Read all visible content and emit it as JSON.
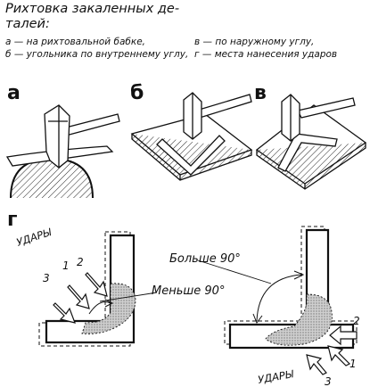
{
  "title": "Рихтовка закаленных де­талей:",
  "caption": {
    "a": "а — на рихтовальной бабке,",
    "b": "б — угольника по внутрен­нему углу,",
    "v": "в — по наружному углу,",
    "g": "г — места нанесения уда­ров"
  },
  "panels": {
    "a": "а",
    "b": "б",
    "v": "в",
    "g": "г"
  },
  "labels": {
    "strikes_left": "УДАРЫ",
    "strikes_right": "УДАРЫ",
    "more_90": "Больше 90°",
    "less_90": "Меньше 90°",
    "n1_left": "1",
    "n2_left": "2",
    "n3_left": "3",
    "n1_right": "1",
    "n2_right": "2",
    "n3_right": "3"
  }
}
